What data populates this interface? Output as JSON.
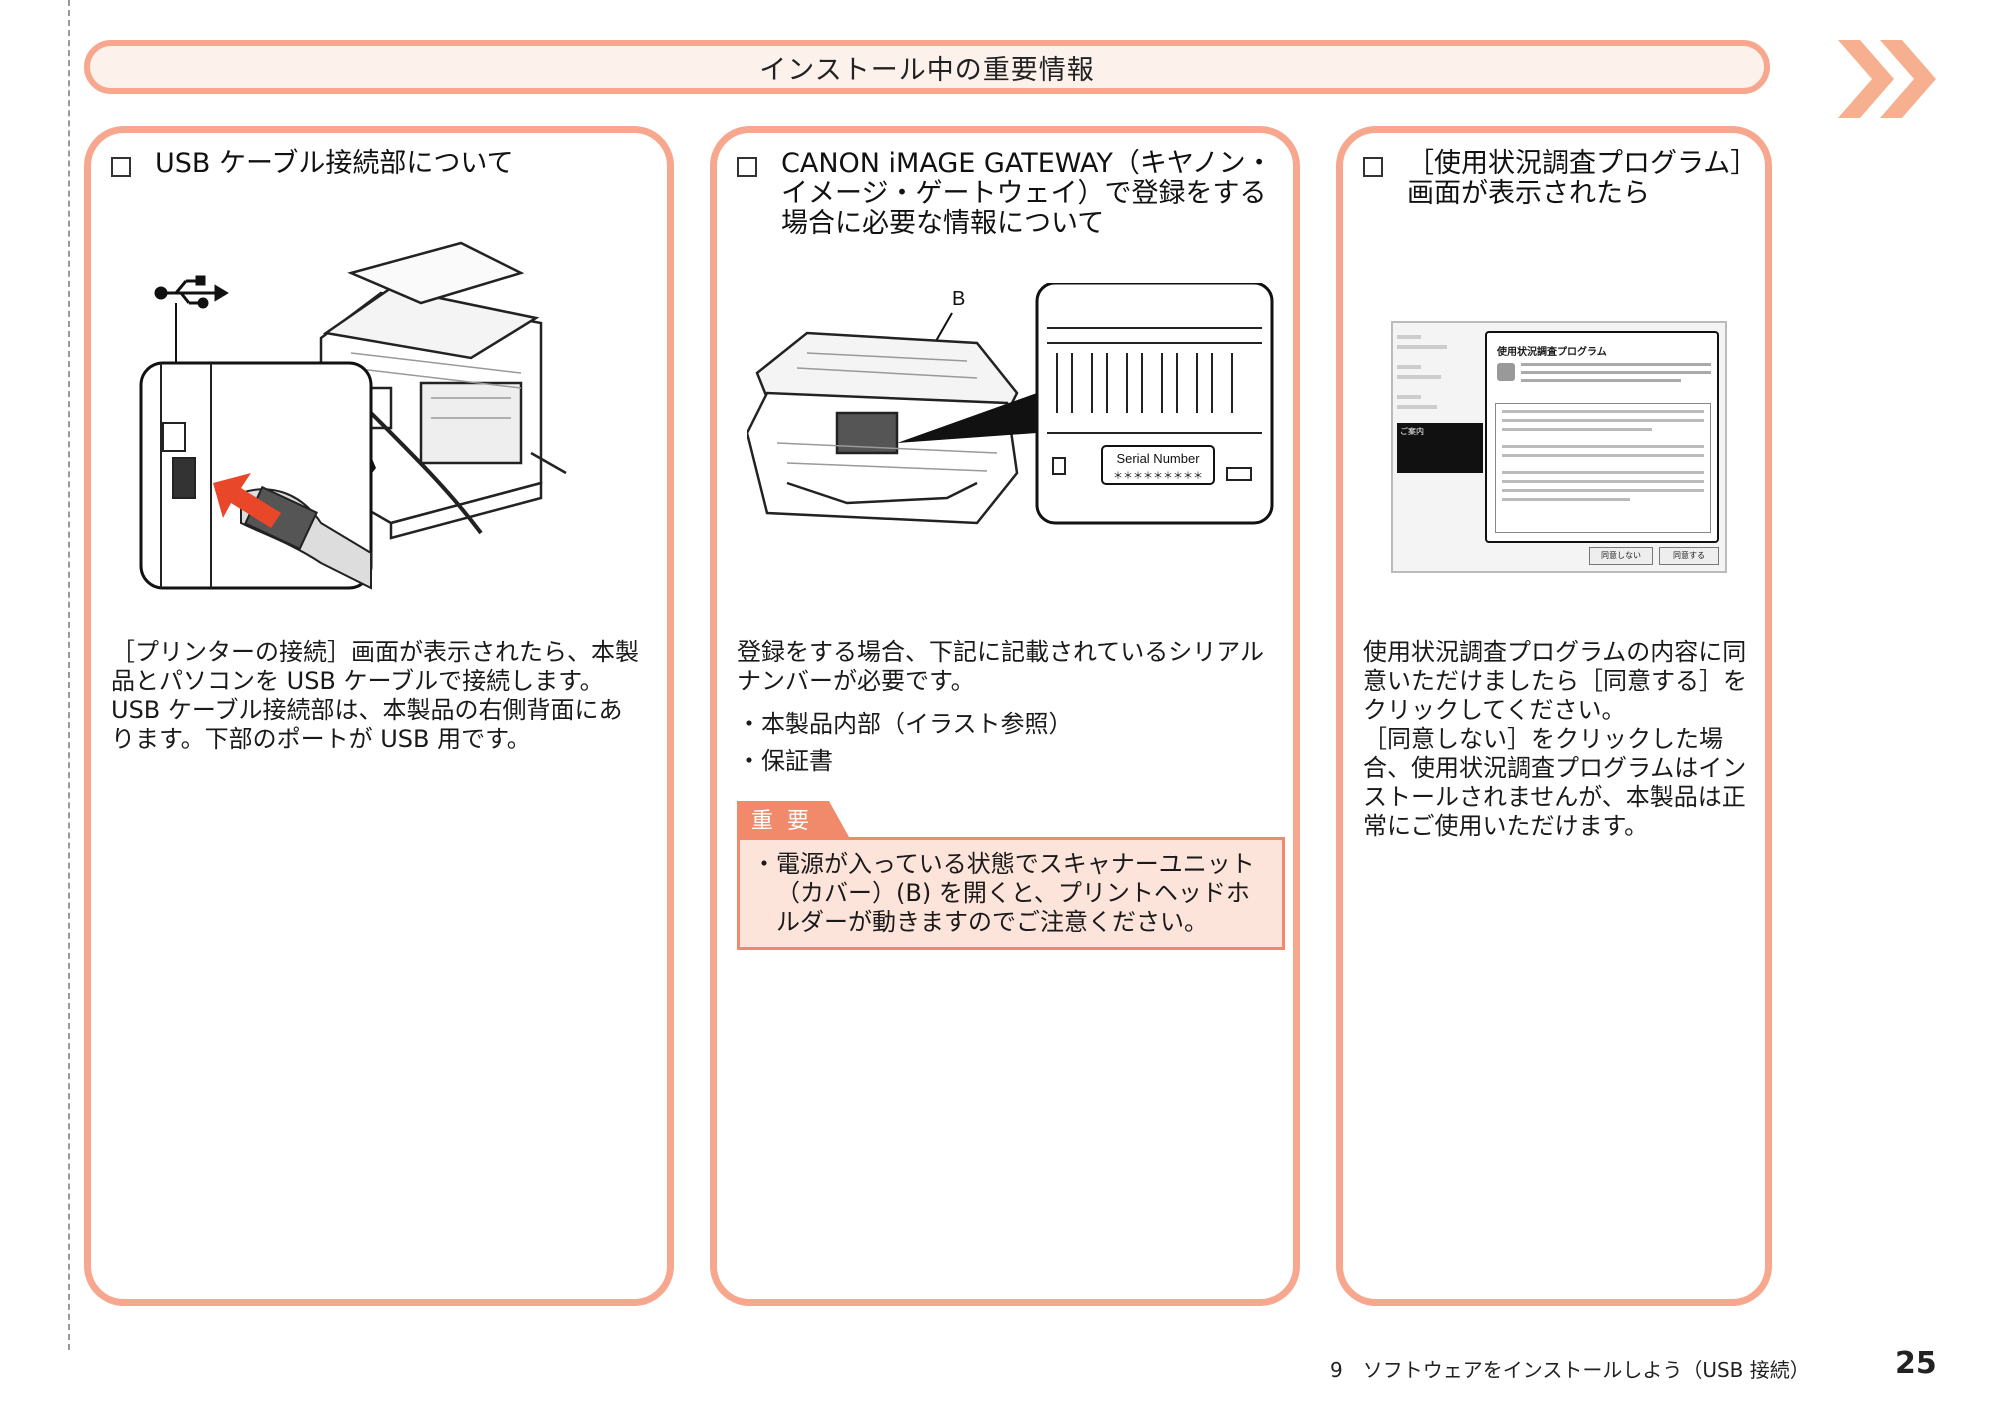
{
  "header": {
    "title": "インストール中の重要情報"
  },
  "panels": [
    {
      "title": "USB ケーブル接続部について",
      "body": [
        "［プリンターの接続］画面が表示されたら、本製品とパソコンを USB ケーブルで接続します。",
        "USB ケーブル接続部は、本製品の右側背面にあります。下部のポートが USB 用です。"
      ]
    },
    {
      "title": "CANON iMAGE GATEWAY（キヤノン・イメージ・ゲートウェイ）で登録をする場合に必要な情報について",
      "label_b": "B",
      "serial_label": "Serial Number",
      "serial_stars": "＊＊＊＊＊＊＊＊＊",
      "body": "登録をする場合、下記に記載されているシリアルナンバーが必要です。",
      "bullets": [
        "本製品内部（イラスト参照）",
        "保証書"
      ],
      "important": {
        "tab": "重要",
        "text": "電源が入っている状態でスキャナーユニット（カバー）(B) を開くと、プリントヘッドホルダーが動きますのでご注意ください。"
      }
    },
    {
      "title": "［使用状況調査プログラム］画面が表示されたら",
      "screen": {
        "heading": "使用状況調査プログラム",
        "side_active": "ご案内",
        "btn_disagree": "同意しない",
        "btn_agree": "同意する"
      },
      "body": [
        "使用状況調査プログラムの内容に同意いただけましたら［同意する］をクリックしてください。",
        "［同意しない］をクリックした場合、使用状況調査プログラムはインストールされませんが、本製品は正常にご使用いただけます。"
      ]
    }
  ],
  "footer": {
    "section": "9　ソフトウェアをインストールしよう（USB 接続）",
    "page": "25"
  },
  "colors": {
    "accent": "#f6a78e",
    "important_border": "#f08a6b",
    "important_fill": "#fde4db",
    "arrow": "#e8472a"
  }
}
